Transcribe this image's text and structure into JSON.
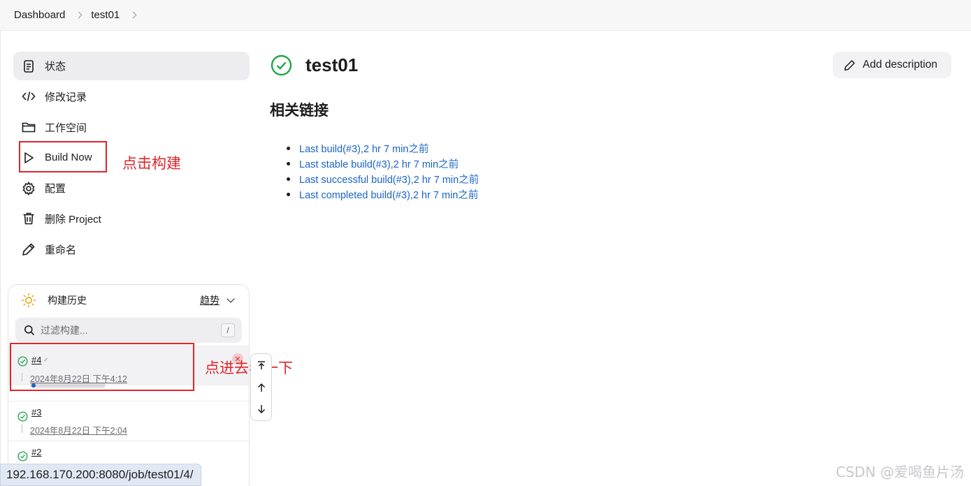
{
  "breadcrumb": {
    "items": [
      "Dashboard",
      "test01"
    ]
  },
  "sidebar": {
    "items": [
      {
        "label": "状态",
        "icon": "document-icon",
        "active": true
      },
      {
        "label": "修改记录",
        "icon": "code-icon"
      },
      {
        "label": "工作空间",
        "icon": "folder-icon"
      },
      {
        "label": "Build Now",
        "icon": "play-icon"
      },
      {
        "label": "配置",
        "icon": "gear-icon"
      },
      {
        "label": "删除 Project",
        "icon": "trash-icon"
      },
      {
        "label": "重命名",
        "icon": "pencil-icon"
      }
    ]
  },
  "annotations": {
    "build_now_note": "点击构建",
    "build_row_note": "点进去看一下"
  },
  "history": {
    "title": "构建历史",
    "trend_label": "趋势",
    "filter_placeholder": "过滤构建...",
    "filter_shortcut": "/",
    "builds": [
      {
        "number": "#4",
        "date": "2024年8月22日 下午4:12",
        "in_progress": true
      },
      {
        "number": "#3",
        "date": "2024年8月22日 下午2:04"
      },
      {
        "number": "#2",
        "date": ""
      }
    ]
  },
  "main": {
    "job_title": "test01",
    "add_description_label": "Add description",
    "related_links_title": "相关链接",
    "links": [
      "Last build(#3),2 hr 7 min之前",
      "Last stable build(#3),2 hr 7 min之前",
      "Last successful build(#3),2 hr 7 min之前",
      "Last completed build(#3),2 hr 7 min之前"
    ]
  },
  "status_bar": {
    "url": "192.168.170.200:8080/job/test01/4/"
  },
  "watermark": "CSDN @爱喝鱼片汤",
  "colors": {
    "success": "#1ea446",
    "link": "#1a64c7",
    "annotation": "#e0242a"
  }
}
